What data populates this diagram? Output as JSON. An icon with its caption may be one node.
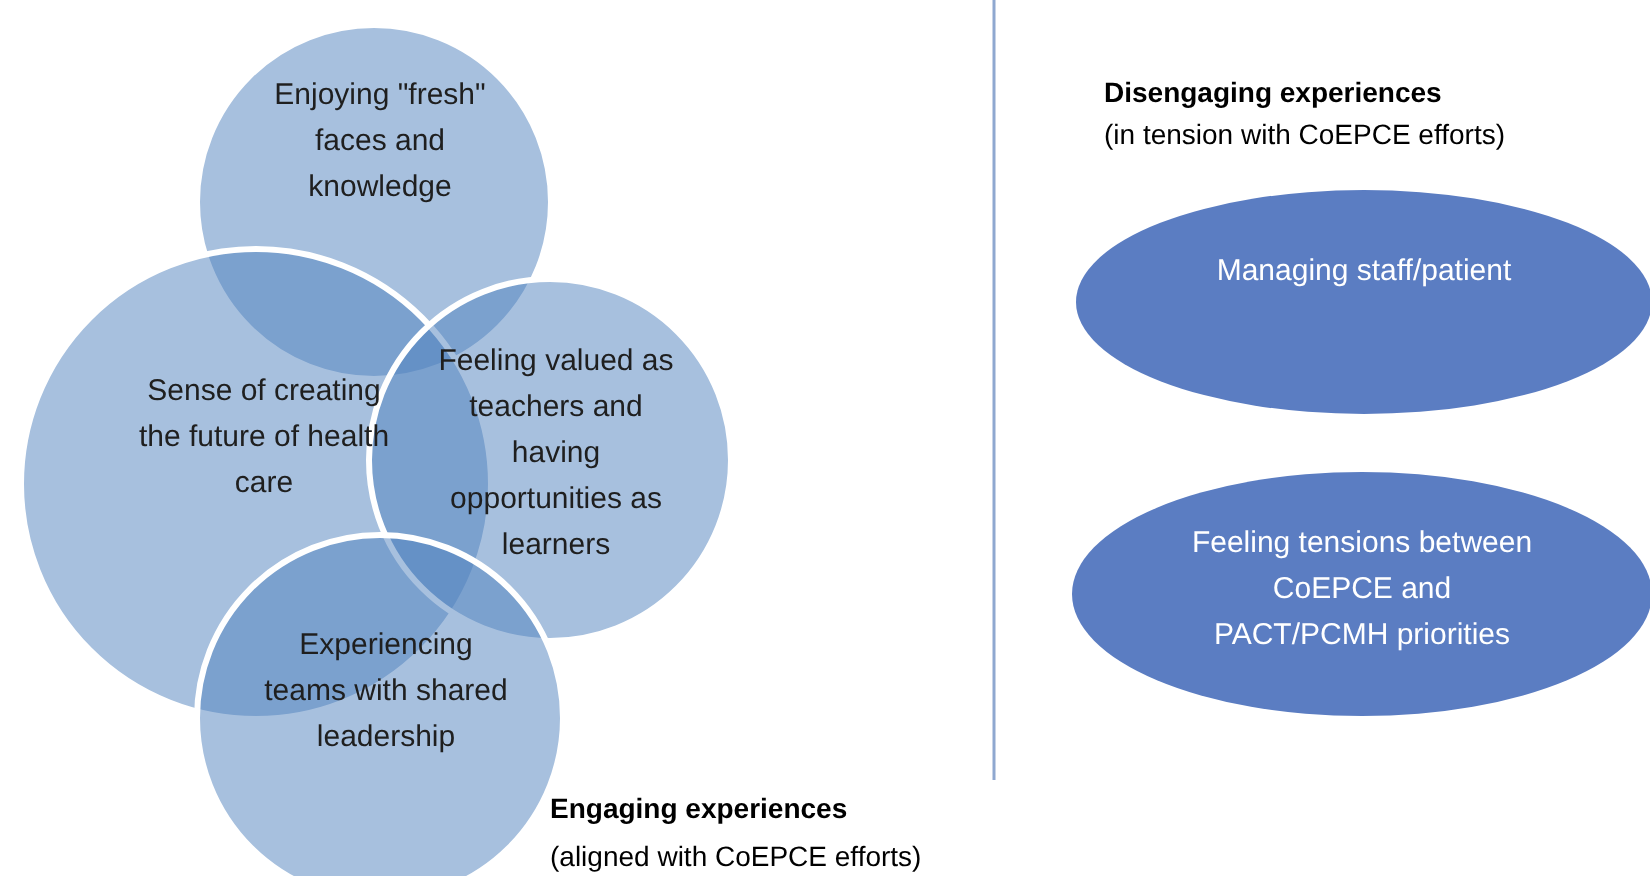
{
  "diagram": {
    "nodes": [
      {
        "text": [
          "Enjoying \"fresh\" faces and knowledge"
        ]
      },
      {
        "text": [
          "Sense of creating the future of health care"
        ]
      },
      {
        "text": [
          "Feeling valued as teachers and having opportunities as learners"
        ]
      },
      {
        "text": [
          "Experiencing teams with shared leadership"
        ]
      },
      {
        "text": [
          "Managing staff/patient"
        ]
      },
      {
        "text": [
          "Feeling tensions between CoEPCE and PACT/PCMH priorities"
        ]
      }
    ],
    "edges": [],
    "labels": [
      "Disengaging experiences",
      "(in tension with CoEPCE efforts)",
      "Engaging experiences",
      "(aligned with CoEPCE efforts)"
    ]
  }
}
